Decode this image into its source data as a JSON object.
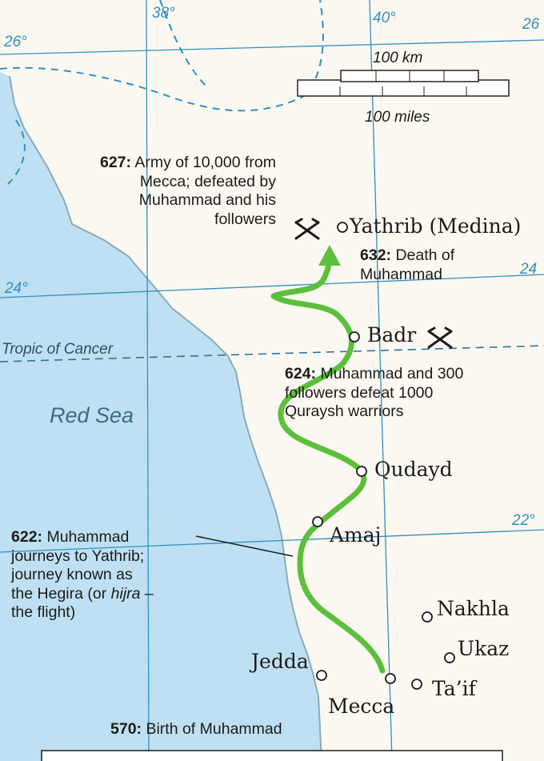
{
  "map": {
    "sea_label": "Red Sea",
    "tropic_label": "Tropic of Cancer",
    "colors": {
      "sea": "#bfe0f2",
      "land": "#fbf8f1",
      "coast": "#8aa9bf",
      "grid": "#2f8fbf",
      "route": "#5cbf3c",
      "text": "#1b1b1b"
    },
    "grid_labels": {
      "lon_38": "38°",
      "lon_40": "40°",
      "lat_26_left": "26°",
      "lat_26_right": "26",
      "lat_24_left": "24°",
      "lat_24_right": "24",
      "lat_22": "22°"
    },
    "scale_bar": {
      "km_label": "100 km",
      "miles_label": "100 miles"
    },
    "places": {
      "yathrib": "Yathrib (Medina)",
      "badr": "Badr",
      "qudayd": "Qudayd",
      "amaj": "Amaj",
      "nakhla": "Nakhla",
      "ukaz": "Ukaz",
      "taif": "Ta’if",
      "jedda": "Jedda",
      "mecca": "Mecca"
    },
    "battle_icon": "crossed-swords-icon",
    "annotations": {
      "a627": {
        "year": "627:",
        "lines": [
          " Army of 10,000 from",
          "Mecca; defeated by",
          "Muhammad and his",
          "followers"
        ]
      },
      "a632": {
        "year": "632:",
        "lines": [
          " Death of",
          "Muhammad"
        ]
      },
      "a624": {
        "year": "624:",
        "lines": [
          " Muhammad and 300",
          "followers defeat 1000",
          "Quraysh warriors"
        ]
      },
      "a622": {
        "year": "622:",
        "lines": [
          " Muhammad",
          "journeys to Yathrib;",
          "journey known as",
          "the Hegira (or ",
          "hijra",
          " –",
          "the flight)"
        ]
      },
      "a570": {
        "year": "570:",
        "text": " Birth of Muhammad"
      }
    }
  }
}
